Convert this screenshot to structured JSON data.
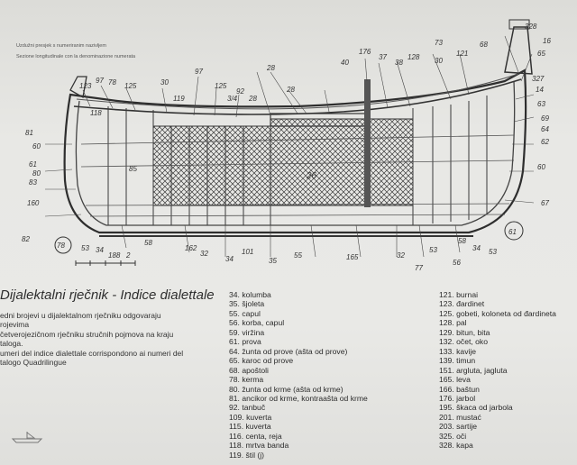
{
  "captions": {
    "line1": "Uzdužni presjek s numeriranim nazivljem",
    "line2": "Sezione longitudinale con la denominazione numerata"
  },
  "legend": {
    "title": "Dijalektalni rječnik - Indice dialettale",
    "intro": [
      "edni brojevi u dijalektalnom rječniku odgovaraju",
      "rojevima",
      "četverojezičnom rječniku stručnih pojmova na kraju",
      "taloga.",
      "umeri del indice dialettale corrispondono ai numeri del",
      "talogo Quadrilingue"
    ],
    "middle": [
      "34. kolumba",
      "35. šjoleta",
      "55. capul",
      "56. korba, capul",
      "59. viržina",
      "61. prova",
      "64. žunta od prove (ašta od prove)",
      "65. karoc od prove",
      "68. apoštoli",
      "78. kerma",
      "80. žunta od krme (ašta od krme)",
      "81. ancikor od krme, kontraašta od krme",
      "92. tanbuč",
      "109. kuverta",
      "115. kuverta",
      "116. centa, reja",
      "118. mrtva banda",
      "119. štil (j)"
    ],
    "right": [
      "121. burnai",
      "123. đardinet",
      "125. gobeti, koloneta od đardineta",
      "128. pal",
      "129. bitun, bita",
      "132. očet, oko",
      "133. kavije",
      "139. timun",
      "151. argluta, jagluta",
      "165. leva",
      "166. baštun",
      "176. jarbol",
      "195. škaca od jarbola",
      "201. mustać",
      "203. sartije",
      "325. oči",
      "328. kapa"
    ]
  },
  "drawing": {
    "top_labels": [
      "123",
      "97",
      "78",
      "125",
      "30",
      "97",
      "119",
      "125",
      "92",
      "3/4",
      "28",
      "28",
      "28",
      "40",
      "176",
      "37",
      "38",
      "128",
      "30",
      "121",
      "73",
      "68",
      "328",
      "16"
    ],
    "left_labels": [
      "81",
      "60",
      "61",
      "80",
      "83",
      "160",
      "82"
    ],
    "right_labels": [
      "65",
      "327",
      "14",
      "63",
      "69",
      "64",
      "62",
      "60",
      "67",
      "61"
    ],
    "bottom_labels": [
      "78",
      "53",
      "34",
      "188",
      "2",
      "58",
      "162",
      "32",
      "34",
      "101",
      "35",
      "55",
      "165",
      "32",
      "53",
      "58",
      "34",
      "53",
      "56",
      "77",
      "61"
    ],
    "inner_labels": [
      "26",
      "85",
      "118"
    ]
  }
}
